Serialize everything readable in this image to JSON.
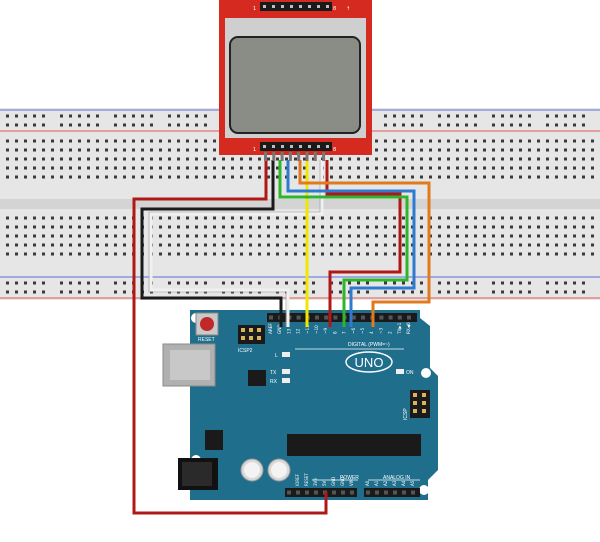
{
  "colors": {
    "breadboard": "#e6e6e6",
    "breadboard_channel": "#d4d4d4",
    "rail_red": "#e05555",
    "rail_blue": "#5b6fd6",
    "lcd_pcb": "#d42a1f",
    "lcd_bezel": "#cfcfcf",
    "lcd_glass": "#8a8d86",
    "arduino": "#1f6e8c",
    "wire_red": "#b01818",
    "wire_black": "#1a1a1a",
    "wire_white": "#f0f0f0",
    "wire_yellow": "#f2e600",
    "wire_green": "#2db52d",
    "wire_blue": "#2e7ad0",
    "wire_orange": "#e07a1e"
  },
  "lcd": {
    "top_pin_start": "1",
    "top_pin_end": "8",
    "top_arrow": "↑",
    "bottom_pin_start": "1",
    "bottom_pin_end": "8"
  },
  "arduino": {
    "reset_label": "RESET",
    "icsp2_label": "ICSP2",
    "icsp_label": "ICSP",
    "led_l": "L",
    "led_tx": "TX",
    "led_rx": "RX",
    "on_label": "ON",
    "logo_text": "UNO",
    "digital_label": "DIGITAL (PWM=~)",
    "power_label": "POWER",
    "analog_label": "ANALOG IN",
    "digital_pins": [
      "AREF",
      "GND",
      "13",
      "12",
      "~11",
      "~10",
      "~9",
      "8",
      "7",
      "~6",
      "~5",
      "4",
      "~3",
      "2",
      "TX▶1",
      "RX◀0"
    ],
    "power_pins": [
      "IOREF",
      "RESET",
      "3V3",
      "5V",
      "GND",
      "GND",
      "VIN"
    ],
    "analog_pins": [
      "A0",
      "A1",
      "A2",
      "A3",
      "A4",
      "A5"
    ]
  }
}
